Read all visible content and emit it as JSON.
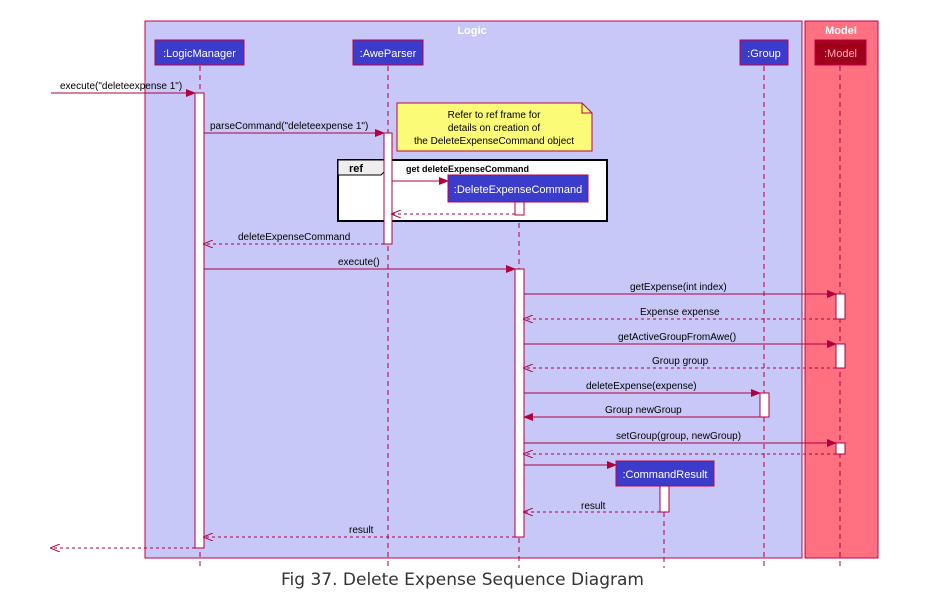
{
  "title_caption": "Fig 37. Delete Expense Sequence Diagram",
  "groups": {
    "logic": {
      "label": "Logic",
      "fill": "#c8c8f8",
      "border": "#c0004a"
    },
    "model": {
      "label": "Model",
      "fill": "#ff7080",
      "border": "#c0004a"
    }
  },
  "participants": {
    "logic_manager": ":LogicManager",
    "awe_parser": ":AweParser",
    "delete_expense_command": ":DeleteExpenseCommand",
    "group": ":Group",
    "model": ":Model",
    "command_result": ":CommandResult"
  },
  "note": {
    "line1": "Refer to ref frame for",
    "line2": "details on creation of",
    "line3": "the DeleteExpenseCommand object"
  },
  "ref_frame": {
    "tag": "ref",
    "label": "get deleteExpenseCommand"
  },
  "messages": {
    "execute_in": "execute(\"deleteexpense 1\")",
    "parse_command": "parseCommand(\"deleteexpense 1\")",
    "delete_expense_command_return": "deleteExpenseCommand",
    "execute": "execute()",
    "get_expense": "getExpense(int index)",
    "expense_return": "Expense expense",
    "get_active_group": "getActiveGroupFromAwe()",
    "group_return": "Group group",
    "delete_expense": "deleteExpense(expense)",
    "new_group_return": "Group newGroup",
    "set_group": "setGroup(group, newGroup)",
    "result_return_cmd": "result",
    "result_return_logic": "result"
  },
  "colors": {
    "participant_fill": "#3b3bcc",
    "participant_text": "#ffffff",
    "model_participant_fill": "#a0001a",
    "arrow": "#b00040",
    "note_fill": "#fbfb77"
  }
}
